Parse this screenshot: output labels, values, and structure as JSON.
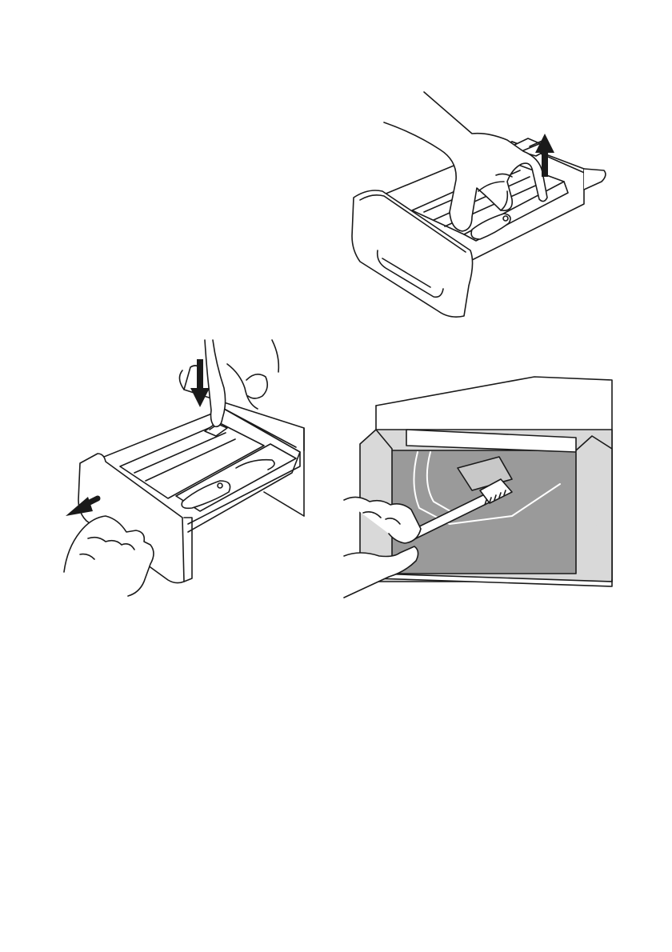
{
  "page": {
    "figures": [
      {
        "id": "lift-siphon",
        "icon": "arrow-up-icon"
      },
      {
        "id": "remove-drawer",
        "icons": [
          "arrow-down-icon",
          "arrow-out-icon"
        ]
      },
      {
        "id": "clean-recess",
        "icon": "brush-icon"
      }
    ],
    "colors": {
      "line": "#1a1a1a",
      "recess": "#9a9a9a",
      "panel": "#d9d9d9",
      "fill": "#ffffff"
    }
  }
}
